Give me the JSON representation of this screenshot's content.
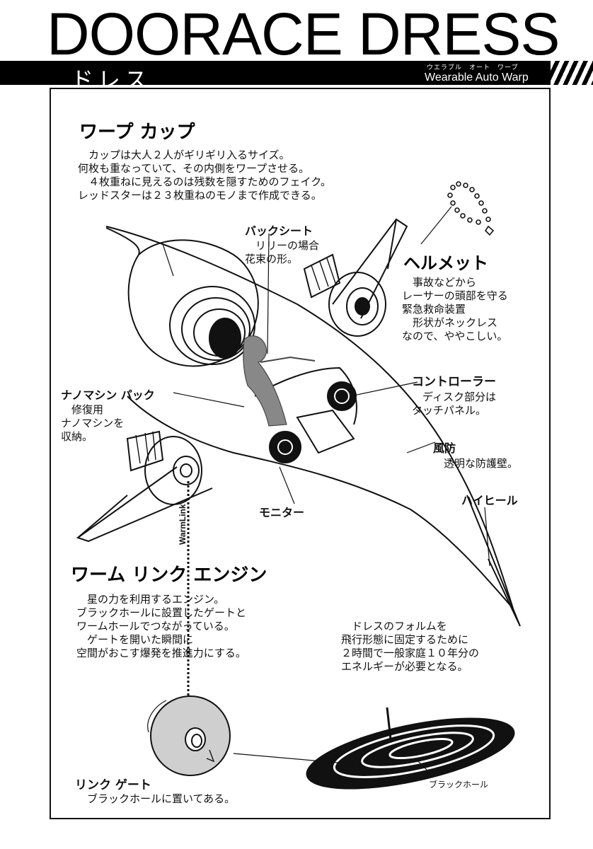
{
  "header": {
    "title": "DOORACE DRESS",
    "subtitle_kana": "ドレス",
    "subtitle_ruby": "ウエラブル　オート　ワープ",
    "subtitle_en": "Wearable Auto Warp"
  },
  "sections": {
    "warp_cup": {
      "heading": "ワープ カップ",
      "body": "　カップは大人２人がギリギリ入るサイズ。\n何枚も重なっていて、その内側をワープさせる。\n　４枚重ねに見えるのは残数を隠すためのフェイク。\nレッドスターは２３枚重ねのモノまで作成できる。"
    },
    "back_seat": {
      "heading": "バックシート",
      "body": "　リリーの場合\n花束の形。"
    },
    "helmet": {
      "heading": "ヘルメット",
      "body": "　事故などから\nレーサーの頭部を守る\n緊急救命装置\n　形状がネックレス\nなので、ややこしい。"
    },
    "controller": {
      "heading": "コントローラー",
      "body": "　ディスク部分は\nタッチパネル。"
    },
    "nanomachine_pack": {
      "heading": "ナノマシン パック",
      "body": "　修復用\nナノマシンを\n収納。"
    },
    "windshield": {
      "heading": "風防",
      "body": "　透明な防護壁。"
    },
    "high_heel": {
      "heading": "ハイヒール"
    },
    "monitor": {
      "heading": "モニター"
    },
    "engine": {
      "heading": "ワーム リンク エンジン",
      "body": "　星の力を利用するエンジン。\nブラックホールに設置したゲートと\nワームホールでつながっている。\n　ゲートを開いた瞬間に\n空間がおこす爆発を推進力にする。",
      "link_label": "WarmLink"
    },
    "form_note": {
      "body": "　ドレスのフォルムを\n飛行形態に固定するために\n２時間で一般家庭１０年分の\nエネルギーが必要となる。"
    },
    "link_gate": {
      "heading": "リンク ゲート",
      "body": "　ブラックホールに置いてある。"
    },
    "black_hole": {
      "label": "ブラックホール"
    }
  }
}
